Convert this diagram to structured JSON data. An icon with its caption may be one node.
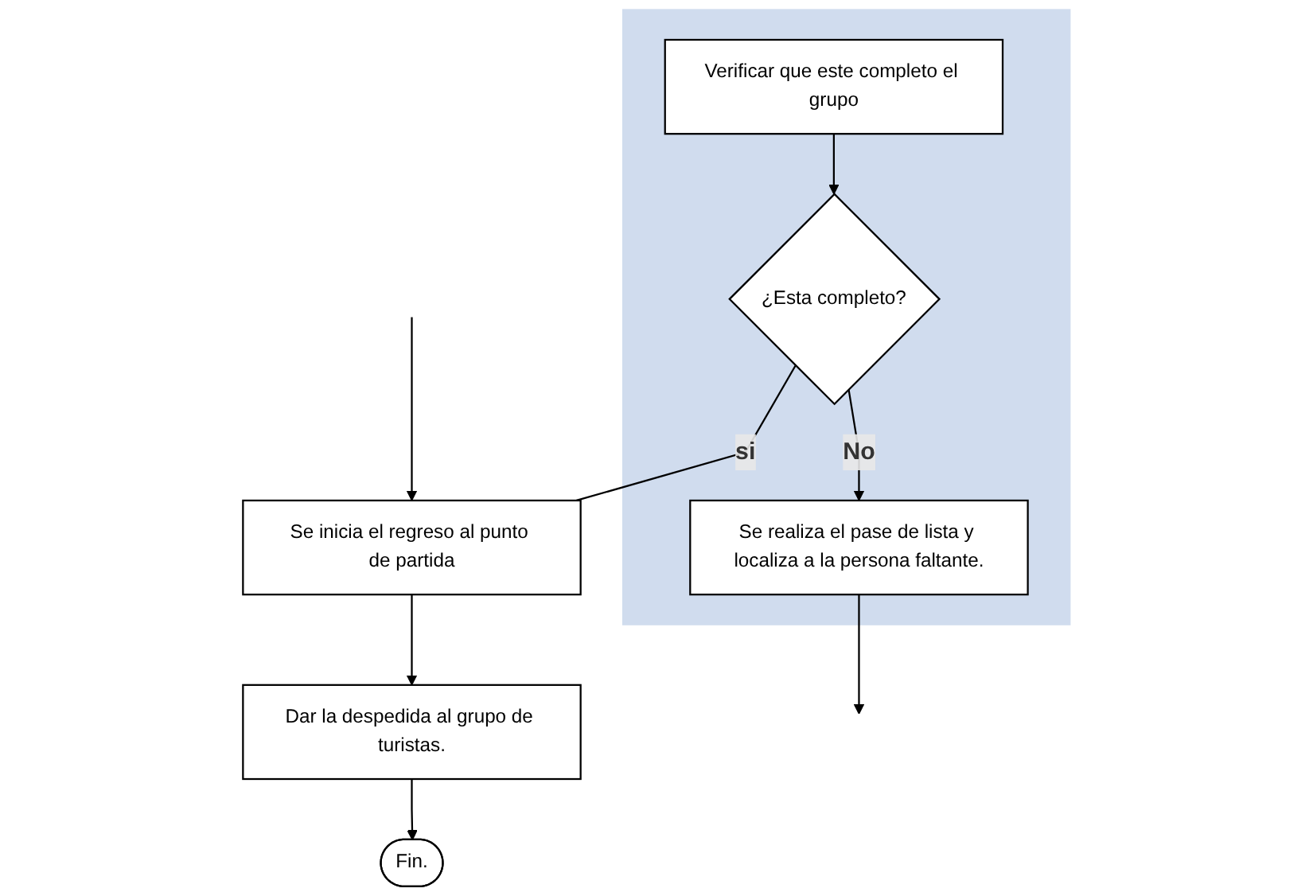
{
  "diagram": {
    "nodes": [
      {
        "text": [],
        "shape": "box"
      },
      {
        "text": [
          "Verificar que este completo el grupo"
        ],
        "in": 0
      },
      {
        "text": [
          "¿Esta completo?"
        ],
        "in": 0
      },
      {
        "text": [
          "Se inicia el regreso al punto de partida"
        ]
      },
      {
        "text": [
          "Dar la despedida al grupo de turistas."
        ]
      },
      {
        "text": [
          "Fin."
        ]
      },
      {
        "text": [
          "Se realiza el pase de lista y localiza a la persona faltante."
        ],
        "in": 0
      }
    ],
    "edges": [
      {
        "from": 1,
        "to": 2,
        "arrow": "to"
      },
      {
        "from": 2,
        "to": 3,
        "arrow": "none",
        "label": "si"
      },
      {
        "from": 2,
        "to": 6,
        "arrow": "to",
        "label": "No"
      },
      {
        "from": 3,
        "to": 4,
        "arrow": "to"
      },
      {
        "from": 4,
        "to": 5,
        "arrow": "to"
      },
      {
        "from": 6,
        "to": null,
        "arrow": "to"
      },
      {
        "from": null,
        "to": 3,
        "arrow": "to"
      }
    ]
  }
}
